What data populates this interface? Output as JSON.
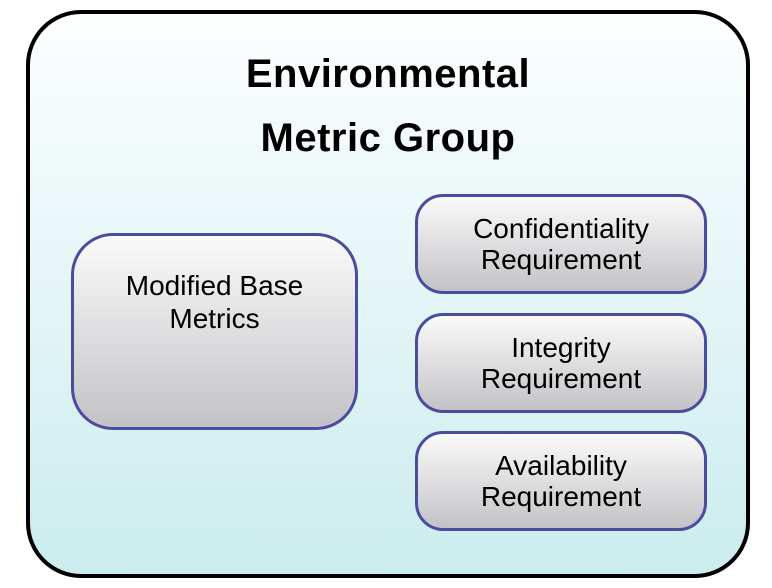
{
  "title": {
    "line1": "Environmental",
    "line2": "Metric Group"
  },
  "boxes": {
    "modified_base": {
      "line1": "Modified Base",
      "line2": "Metrics"
    },
    "confidentiality": {
      "line1": "Confidentiality",
      "line2": "Requirement"
    },
    "integrity": {
      "line1": "Integrity",
      "line2": "Requirement"
    },
    "availability": {
      "line1": "Availability",
      "line2": "Requirement"
    }
  },
  "colors": {
    "outer_border": "#000000",
    "outer_bg_top": "#fdfeff",
    "outer_bg_bottom": "#cbecee",
    "node_border": "#4c4c9f",
    "node_bg_top": "#fafafa",
    "node_bg_bottom": "#c3c3c7",
    "text": "#000000"
  }
}
